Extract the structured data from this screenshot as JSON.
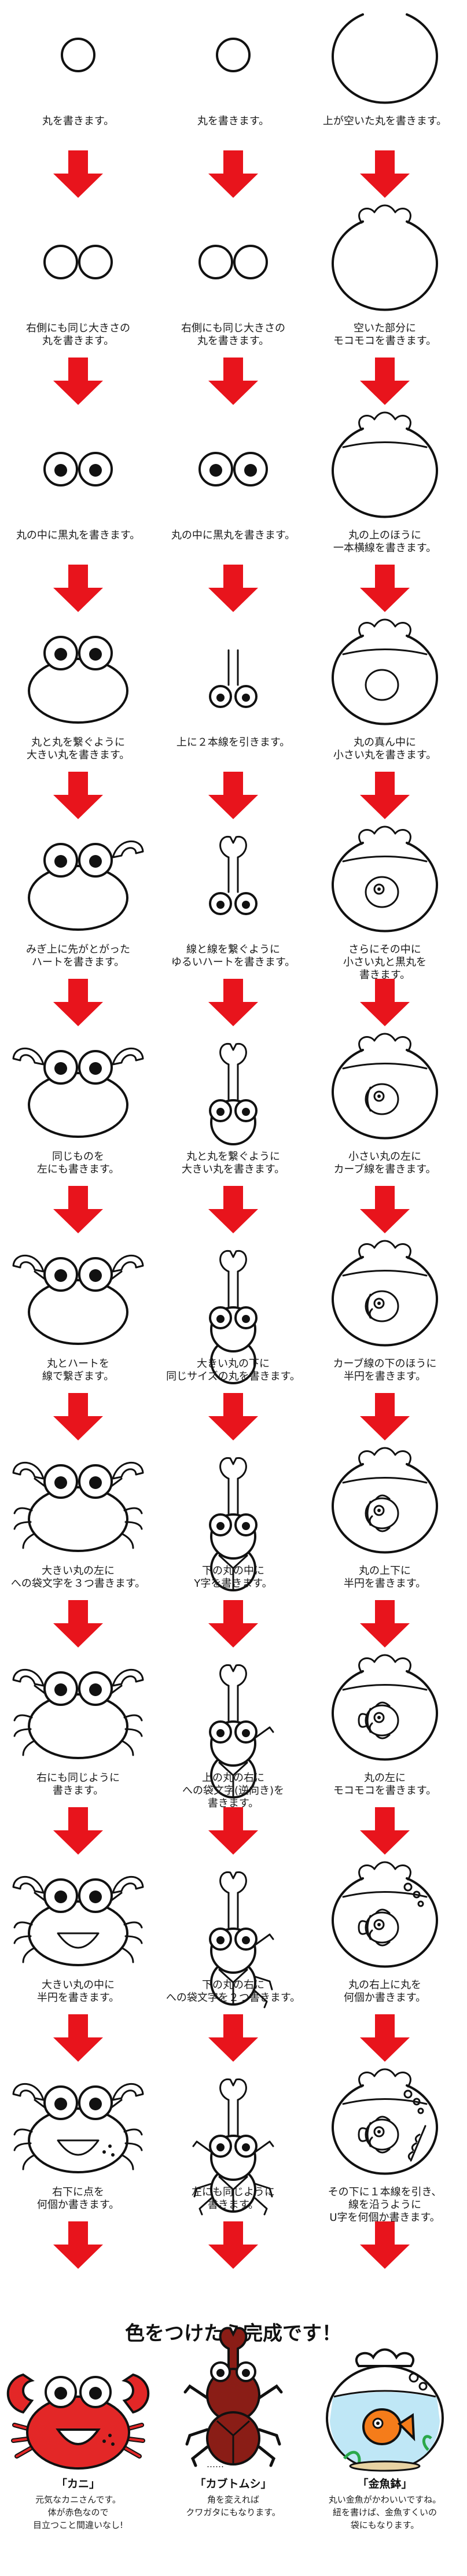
{
  "colors": {
    "arrow": "#e8141c",
    "ink": "#111111",
    "crab": "#e32727",
    "beetle": "#8a1d16",
    "water": "#bfe7f6",
    "fish": "#f57c1a"
  },
  "columns": [
    {
      "name": "crab",
      "steps": [
        [
          "丸を書きます。"
        ],
        [
          "右側にも同じ大きさの",
          "丸を書きます。"
        ],
        [
          "丸の中に黒丸を書きます。"
        ],
        [
          "丸と丸を繋ぐように",
          "大きい丸を書きます。"
        ],
        [
          "みぎ上に先がとがった",
          "ハートを書きます。"
        ],
        [
          "同じものを",
          "左にも書きます。"
        ],
        [
          "丸とハートを",
          "線で繋ぎます。"
        ],
        [
          "大きい丸の左に",
          "への袋文字を３つ書きます。"
        ],
        [
          "右にも同じように",
          "書きます。"
        ],
        [
          "大きい丸の中に",
          "半円を書きます。"
        ],
        [
          "右下に点を",
          "何個か書きます。"
        ]
      ]
    },
    {
      "name": "beetle",
      "steps": [
        [
          "丸を書きます。"
        ],
        [
          "右側にも同じ大きさの",
          "丸を書きます。"
        ],
        [
          "丸の中に黒丸を書きます。"
        ],
        [
          "上に２本線を引きます。"
        ],
        [
          "線と線を繋ぐように",
          "ゆるいハートを書きます。"
        ],
        [
          "丸と丸を繋ぐように",
          "大きい丸を書きます。"
        ],
        [
          "大きい丸の下に",
          "同じサイズの丸を書きます。"
        ],
        [
          "下の丸の中に",
          "Y字を書きます。"
        ],
        [
          "上の丸の右に",
          "への袋文字(逆向き)を",
          "書きます。"
        ],
        [
          "下の丸の右に",
          "への袋文字を２つ書きます。"
        ],
        [
          "左にも同じように",
          "書きます。"
        ]
      ]
    },
    {
      "name": "goldfish-bowl",
      "steps": [
        [
          "上が空いた丸を書きます。"
        ],
        [
          "空いた部分に",
          "モコモコを書きます。"
        ],
        [
          "丸の上のほうに",
          "一本横線を書きます。"
        ],
        [
          "丸の真ん中に",
          "小さい丸を書きます。"
        ],
        [
          "さらにその中に",
          "小さい丸と黒丸を",
          "書きます。"
        ],
        [
          "小さい丸の左に",
          "カーブ線を書きます。"
        ],
        [
          "カーブ線の下のほうに",
          "半円を書きます。"
        ],
        [
          "丸の上下に",
          "半円を書きます。"
        ],
        [
          "丸の左に",
          "モコモコを書きます。"
        ],
        [
          "丸の右上に丸を",
          "何個か書きます。"
        ],
        [
          "その下に１本線を引き、",
          "線を沿うように",
          "U字を何個か書きます。"
        ]
      ]
    }
  ],
  "finale": {
    "headline": "色をつけたら完成です！",
    "crab": {
      "name": "「カニ」",
      "note": [
        "元気なカニさんです。",
        "体が赤色なので",
        "目立つこと間違いなし!"
      ]
    },
    "beetle": {
      "name": "「カブトムシ」",
      "note": [
        "角を変えれば",
        "クワガタにもなります。"
      ]
    },
    "bowl": {
      "name": "「金魚鉢」",
      "note": [
        "丸い金魚がかわいいですね。",
        "紐を書けば、金魚すくいの",
        "袋にもなります。"
      ]
    },
    "dots": "……"
  }
}
